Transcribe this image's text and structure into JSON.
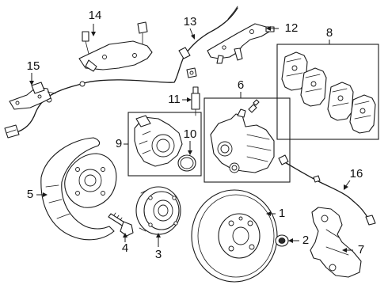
{
  "callouts": {
    "c1": "1",
    "c2": "2",
    "c3": "3",
    "c4": "4",
    "c5": "5",
    "c6": "6",
    "c7": "7",
    "c8": "8",
    "c9": "9",
    "c10": "10",
    "c11": "11",
    "c12": "12",
    "c13": "13",
    "c14": "14",
    "c15": "15",
    "c16": "16"
  },
  "parts": [
    {
      "callout": "1",
      "name": "rotor-disc"
    },
    {
      "callout": "2",
      "name": "rotor-screw"
    },
    {
      "callout": "3",
      "name": "hub-bearing"
    },
    {
      "callout": "4",
      "name": "hub-bolt"
    },
    {
      "callout": "5",
      "name": "splash-shield"
    },
    {
      "callout": "6",
      "name": "caliper-assembly"
    },
    {
      "callout": "7",
      "name": "caliper-bracket"
    },
    {
      "callout": "8",
      "name": "brake-pads"
    },
    {
      "callout": "9",
      "name": "parking-brake-actuator"
    },
    {
      "callout": "10",
      "name": "o-ring-seal"
    },
    {
      "callout": "11",
      "name": "wear-sensor"
    },
    {
      "callout": "12",
      "name": "harness-bracket"
    },
    {
      "callout": "13",
      "name": "abs-wiring-harness"
    },
    {
      "callout": "14",
      "name": "harness-clip"
    },
    {
      "callout": "15",
      "name": "bracket-with-connector"
    },
    {
      "callout": "16",
      "name": "brake-hose"
    }
  ],
  "colors": {
    "line": "#1a1a1a",
    "background": "#ffffff"
  }
}
